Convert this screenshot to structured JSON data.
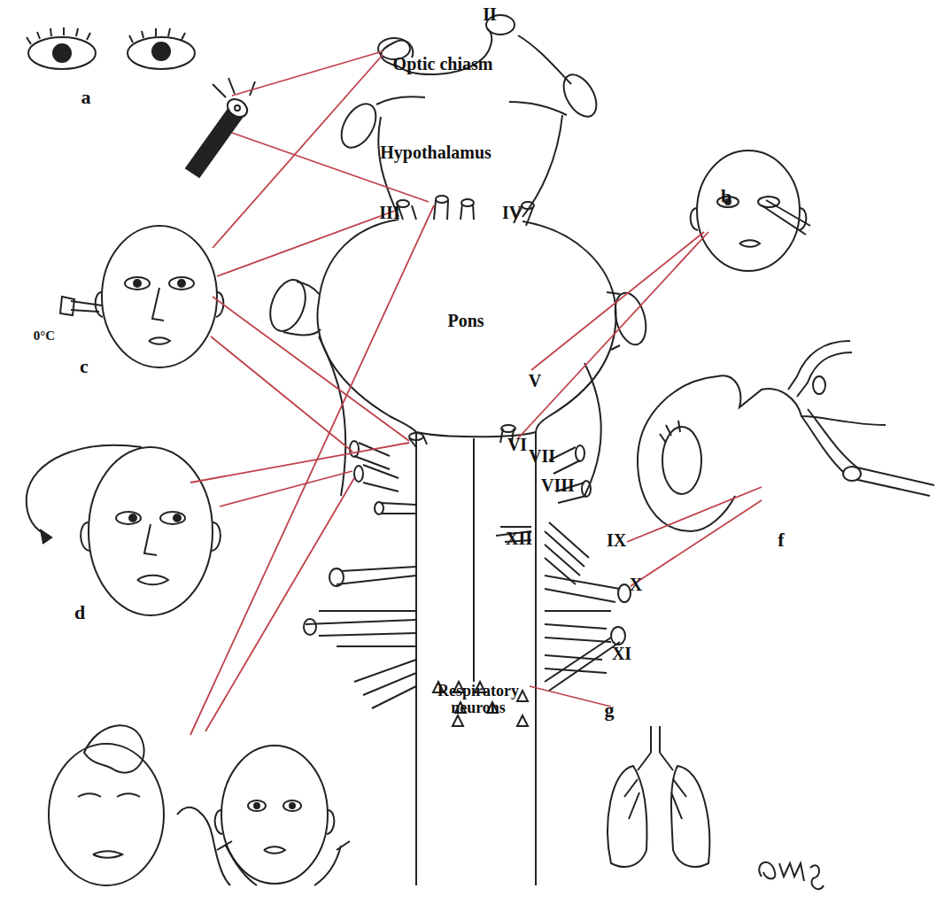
{
  "diagram": {
    "labels": [
      "II",
      "Optic chiasm",
      "Hypothalamus",
      "III",
      "IV",
      "Pons",
      "V",
      "VI",
      "VII",
      "VIII",
      "XII",
      "IX",
      "X",
      "XI",
      "Respiratory neurons",
      "a",
      "b",
      "c",
      "d",
      "f",
      "g",
      "0°C"
    ]
  }
}
